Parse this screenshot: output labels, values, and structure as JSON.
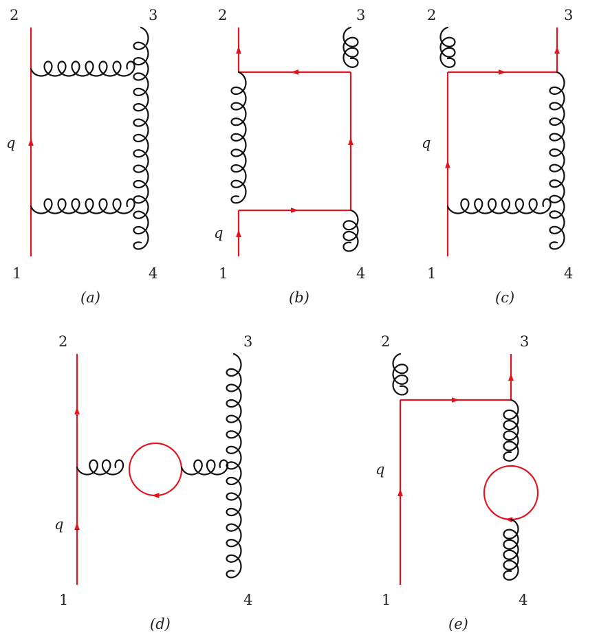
{
  "colors": {
    "quark": "#e0141e",
    "gluon": "#111111"
  },
  "diagrams": [
    {
      "id": "a",
      "caption": "(a)",
      "legs": [
        "1",
        "2",
        "3",
        "4"
      ],
      "momentum": "q"
    },
    {
      "id": "b",
      "caption": "(b)",
      "legs": [
        "1",
        "2",
        "3",
        "4"
      ],
      "momentum": "q"
    },
    {
      "id": "c",
      "caption": "(c)",
      "legs": [
        "1",
        "2",
        "3",
        "4"
      ],
      "momentum": "q"
    },
    {
      "id": "d",
      "caption": "(d)",
      "legs": [
        "1",
        "2",
        "3",
        "4"
      ],
      "momentum": "q"
    },
    {
      "id": "e",
      "caption": "(e)",
      "legs": [
        "1",
        "2",
        "3",
        "4"
      ],
      "momentum": "q"
    }
  ]
}
